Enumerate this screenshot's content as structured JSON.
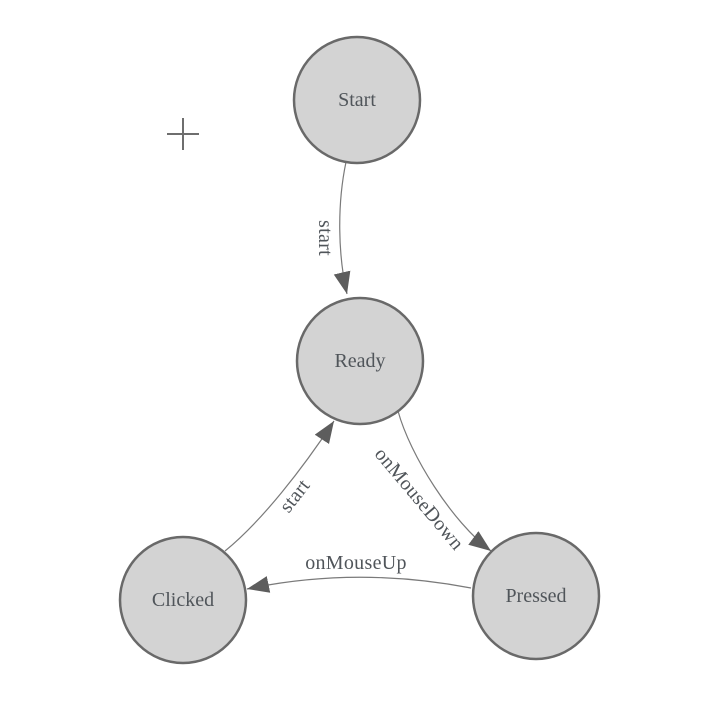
{
  "diagram": {
    "type": "state-machine",
    "nodes": [
      {
        "id": "start",
        "label": "Start"
      },
      {
        "id": "ready",
        "label": "Ready"
      },
      {
        "id": "clicked",
        "label": "Clicked"
      },
      {
        "id": "pressed",
        "label": "Pressed"
      }
    ],
    "edges": [
      {
        "from": "start",
        "to": "ready",
        "label": "start"
      },
      {
        "from": "clicked",
        "to": "ready",
        "label": "start"
      },
      {
        "from": "ready",
        "to": "pressed",
        "label": "onMouseDown"
      },
      {
        "from": "pressed",
        "to": "clicked",
        "label": "onMouseUp"
      }
    ],
    "icons": {
      "origin_marker": "plus-cross"
    },
    "colors": {
      "background": "#ffffff",
      "node_fill": "#d3d3d3",
      "node_stroke": "#696969",
      "edge_stroke": "#7a7a7a",
      "arrow_fill": "#5d5d5d",
      "label_text": "#50555a"
    }
  }
}
